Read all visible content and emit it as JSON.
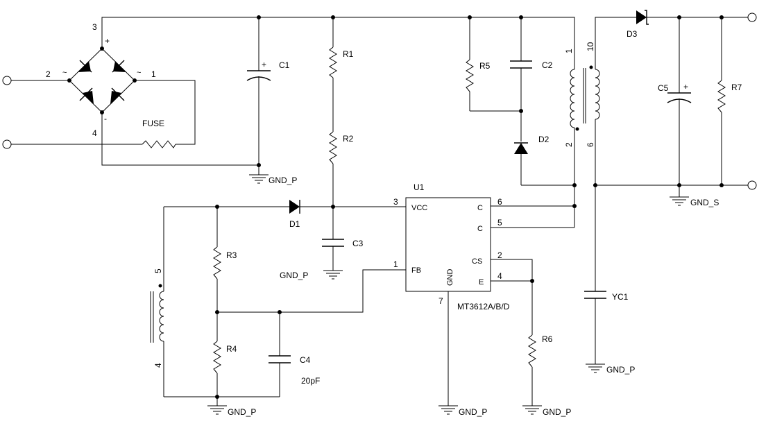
{
  "title": "",
  "components": {
    "c1": "C1",
    "c2": "C2",
    "c3": "C3",
    "c4": "C4",
    "c4_value": "20pF",
    "c5": "C5",
    "yc1": "YC1",
    "r1": "R1",
    "r2": "R2",
    "r3": "R3",
    "r4": "R4",
    "r5": "R5",
    "r6": "R6",
    "r7": "R7",
    "d1": "D1",
    "d2": "D2",
    "d3": "D3",
    "fuse": "FUSE",
    "u1": "U1",
    "u1_part": "MT3612A/B/D"
  },
  "ic_pins": {
    "vcc": "VCC",
    "c_top": "C",
    "c_bottom": "C",
    "fb": "FB",
    "cs": "CS",
    "e": "E",
    "gnd": "GND",
    "n1": "1",
    "n2": "2",
    "n3": "3",
    "n4": "4",
    "n5": "5",
    "n6": "6",
    "n7": "7"
  },
  "bridge": {
    "plus": "+",
    "minus": "-",
    "ac_left": "~",
    "ac_right": "~",
    "p1": "1",
    "p2": "2",
    "p3": "3",
    "p4": "4"
  },
  "transformer": {
    "p1": "1",
    "p2": "2",
    "p10": "10",
    "p6": "6",
    "p4": "4",
    "p5": "5"
  },
  "polarity": {
    "c1_plus": "+",
    "c5_plus": "+"
  },
  "grounds": {
    "g1": "GND_P",
    "g2": "GND_P",
    "g3": "GND_P",
    "g4": "GND_P",
    "g5": "GND_P",
    "g6": "GND_P",
    "g_s": "GND_S"
  }
}
